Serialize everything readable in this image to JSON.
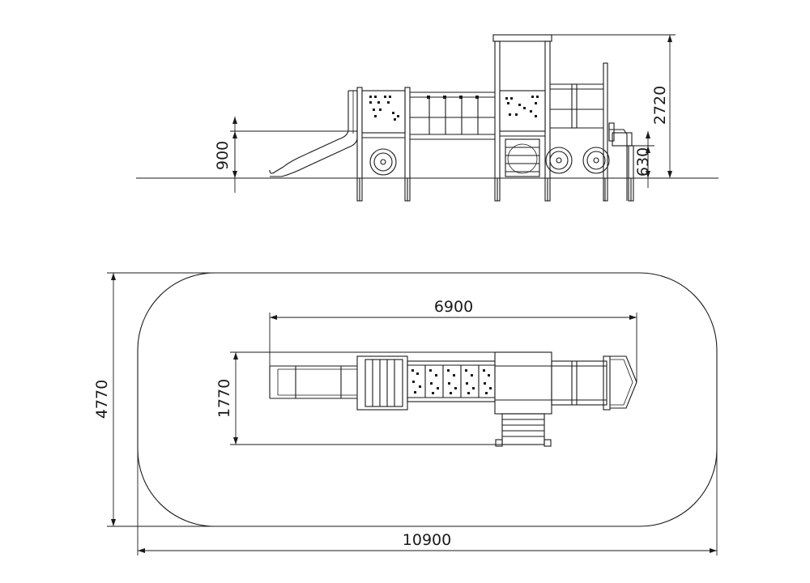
{
  "elevation_view": {
    "platform_height_label": "900",
    "total_height_label": "2720",
    "step_height_label": "630"
  },
  "plan_view": {
    "equipment_length_label": "6900",
    "equipment_width_label": "1770",
    "safety_zone_width_label": "4770",
    "safety_zone_length_label": "10900"
  }
}
